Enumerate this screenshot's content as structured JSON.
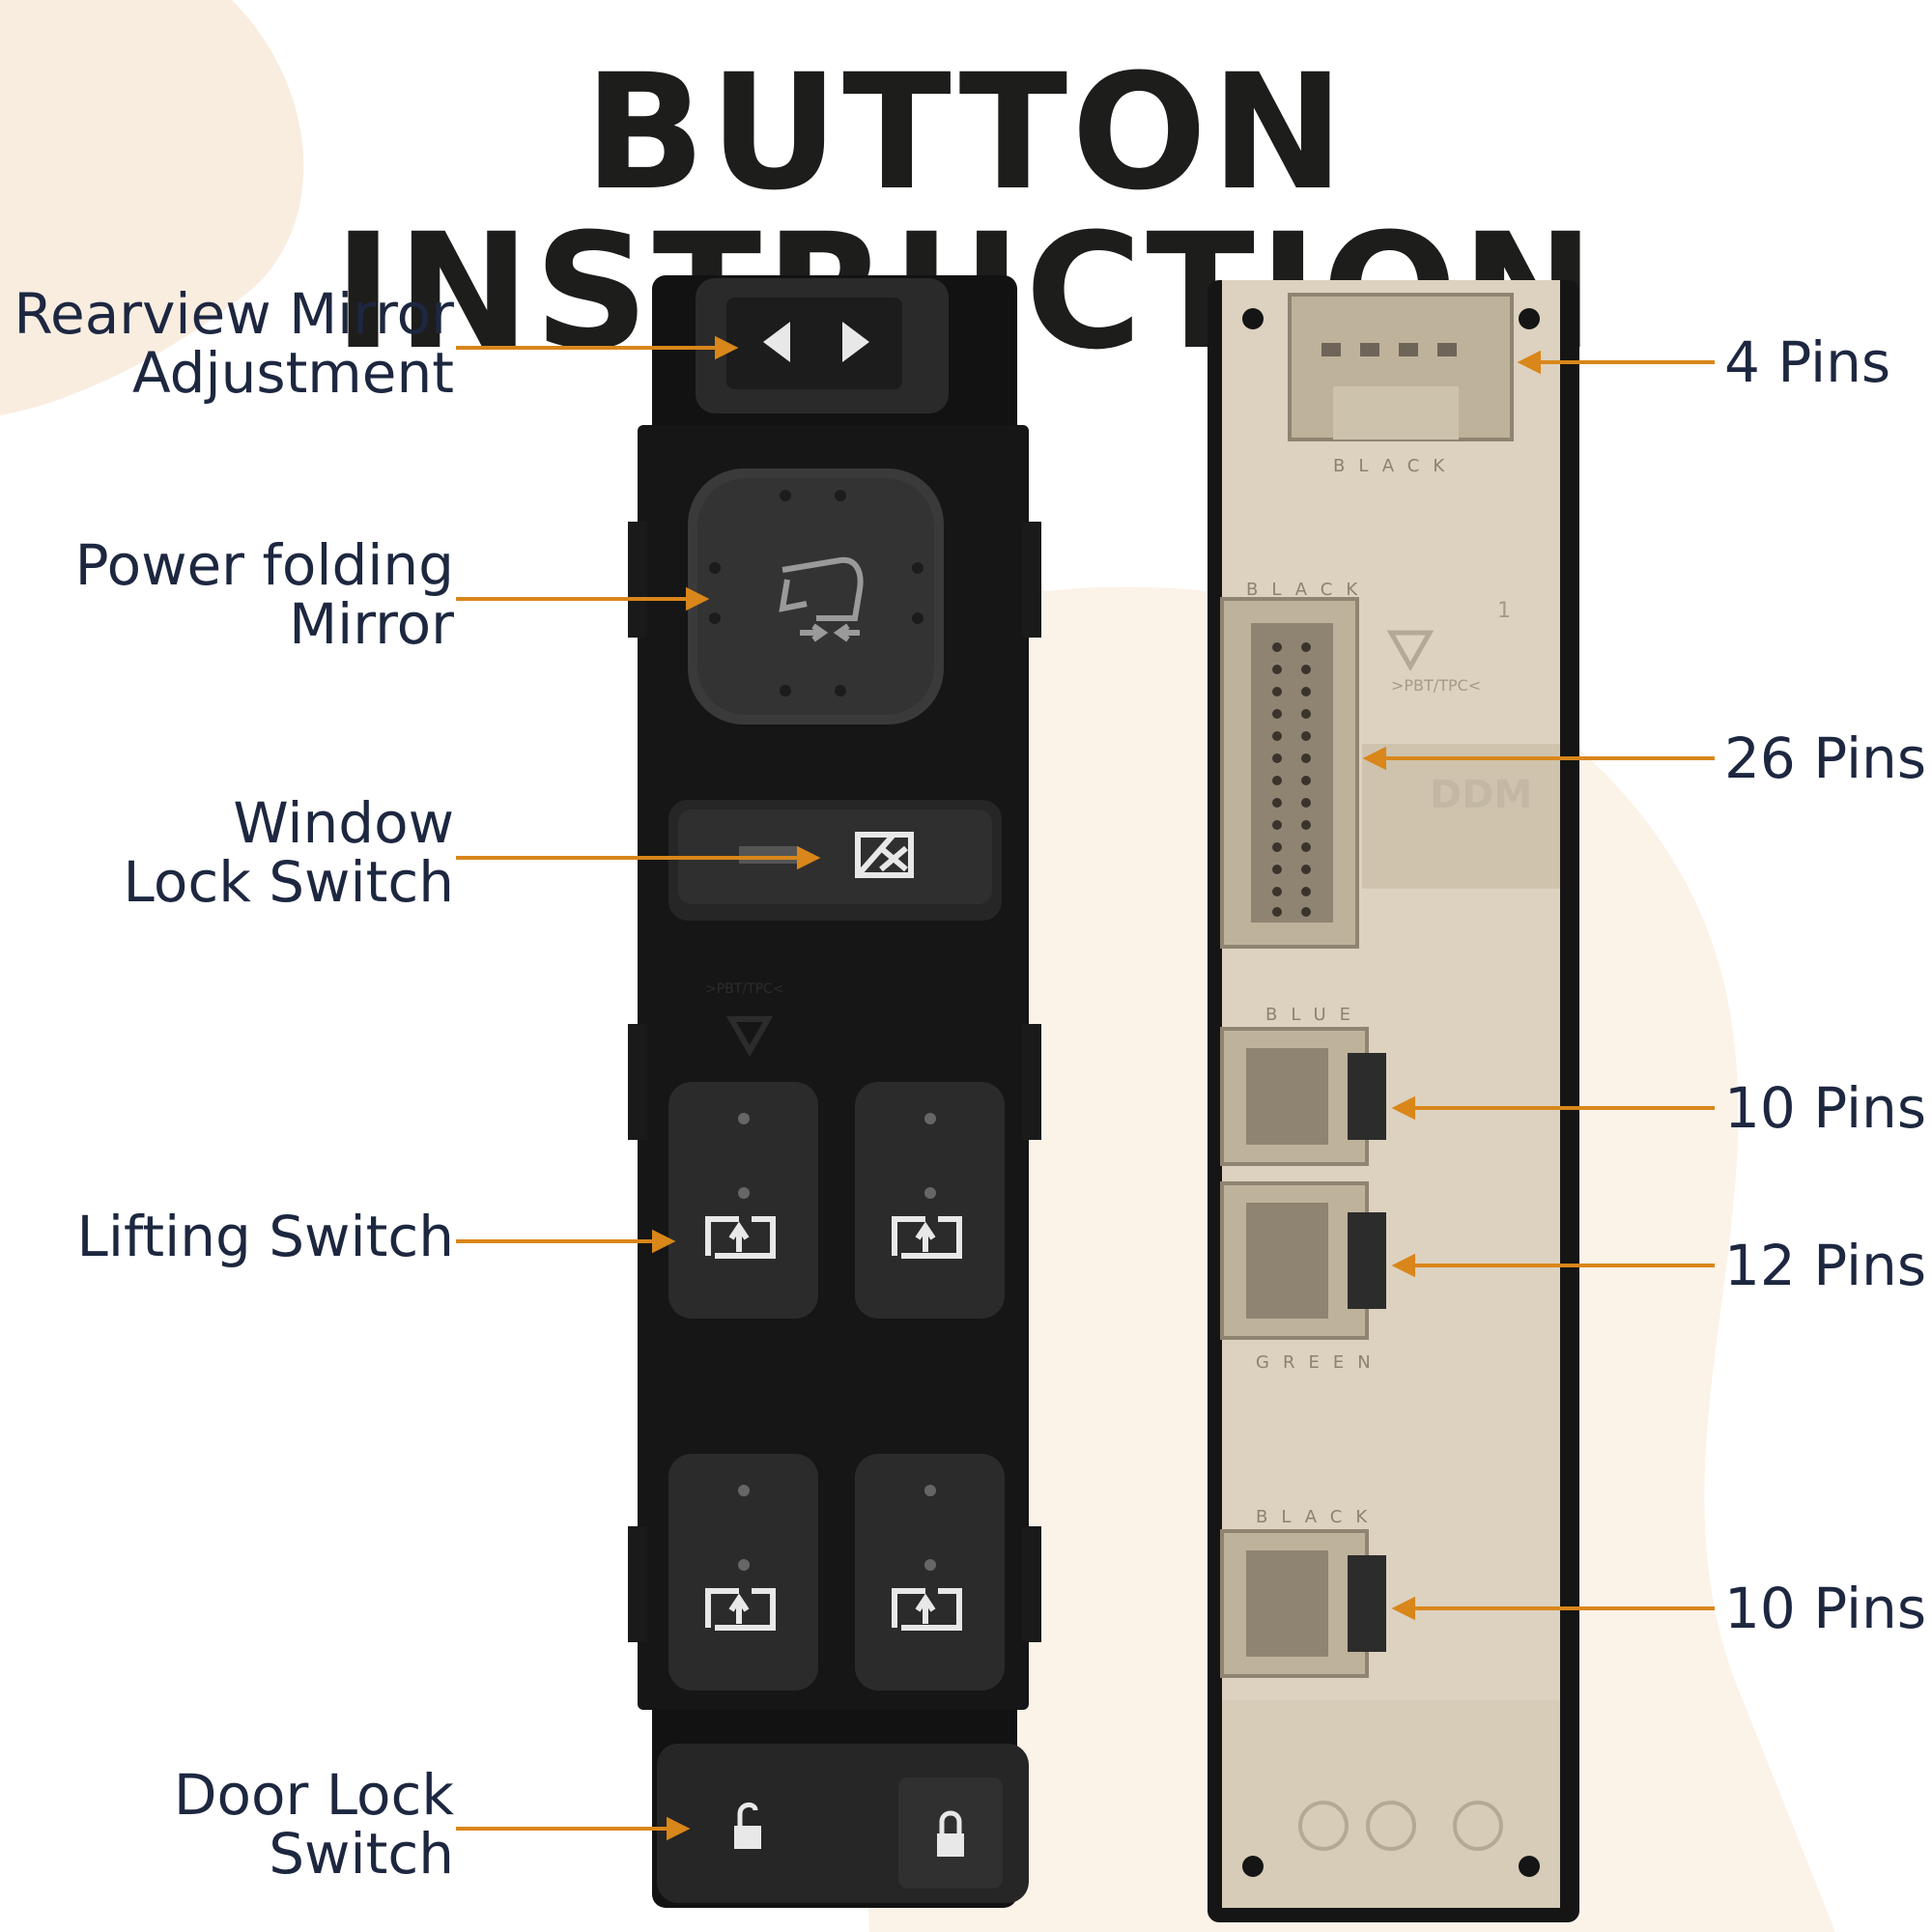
{
  "title": "BUTTON INSTRUCTION",
  "colors": {
    "arrow": "#d9861a",
    "text": "#1d2740",
    "switch_body": "#121212",
    "connector_body": "#d9cdb8",
    "background_accent": "#f9ede0"
  },
  "left_labels": [
    {
      "line1": "Rearview Mirror",
      "line2": "Adjustment"
    },
    {
      "line1": "Power folding",
      "line2": "Mirror"
    },
    {
      "line1": "Window",
      "line2": "Lock Switch"
    },
    {
      "line1": "Lifting Switch",
      "line2": ""
    },
    {
      "line1": "Door Lock",
      "line2": "Switch"
    }
  ],
  "right_labels": [
    "4 Pins",
    "26 Pins",
    "10 Pins",
    "12 Pins",
    "10 Pins"
  ],
  "connector_markings": {
    "c1": "BLACK",
    "c2": "BLACK",
    "c3": "BLUE",
    "c4": "GREEN",
    "c5": "BLACK",
    "ddm": "DDM",
    "recycle_code": ">PBT/TPC<",
    "one": "1"
  },
  "icons": [
    "left-arrow-icon",
    "right-arrow-icon",
    "fold-mirror-icon",
    "window-lock-icon",
    "window-lift-icon",
    "unlock-icon",
    "lock-icon",
    "recycle-icon"
  ]
}
